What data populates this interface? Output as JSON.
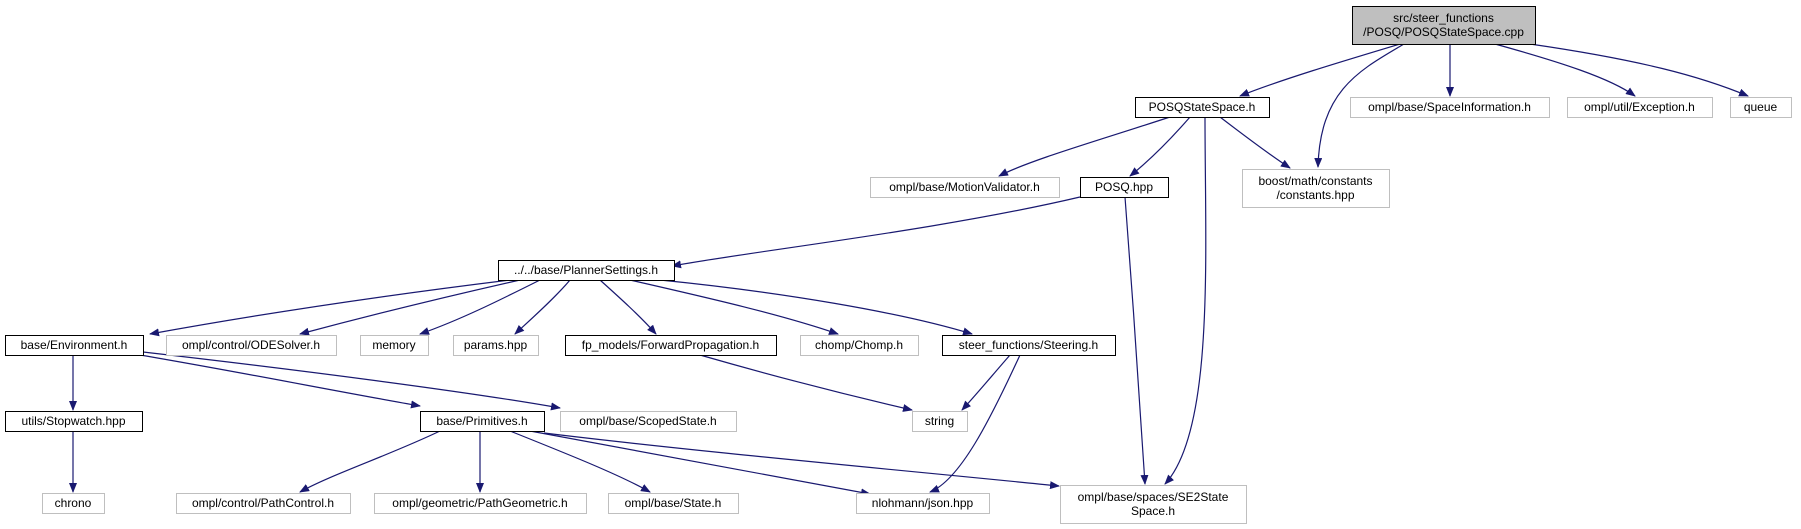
{
  "graph": {
    "colors": {
      "edge": "#191970",
      "root_fill": "#bfbfbf",
      "strong_border": "#000000",
      "weak_border": "#bfbfbf",
      "node_fill": "#ffffff"
    },
    "nodes": [
      {
        "id": "root",
        "lines": [
          "src/steer_functions",
          "/POSQ/POSQStateSpace.cpp"
        ],
        "style": "root"
      },
      {
        "id": "posqstatespace_h",
        "lines": [
          "POSQStateSpace.h"
        ],
        "style": "strong"
      },
      {
        "id": "spaceinformation_h",
        "lines": [
          "ompl/base/SpaceInformation.h"
        ],
        "style": "weak"
      },
      {
        "id": "exception_h",
        "lines": [
          "ompl/util/Exception.h"
        ],
        "style": "weak"
      },
      {
        "id": "queue",
        "lines": [
          "queue"
        ],
        "style": "weak"
      },
      {
        "id": "motionvalidator_h",
        "lines": [
          "ompl/base/MotionValidator.h"
        ],
        "style": "weak"
      },
      {
        "id": "posq_hpp",
        "lines": [
          "POSQ.hpp"
        ],
        "style": "strong"
      },
      {
        "id": "constants_hpp",
        "lines": [
          "boost/math/constants",
          "/constants.hpp"
        ],
        "style": "weak"
      },
      {
        "id": "plannersettings_h",
        "lines": [
          "../../base/PlannerSettings.h"
        ],
        "style": "strong"
      },
      {
        "id": "environment_h",
        "lines": [
          "base/Environment.h"
        ],
        "style": "strong"
      },
      {
        "id": "odesolver_h",
        "lines": [
          "ompl/control/ODESolver.h"
        ],
        "style": "weak"
      },
      {
        "id": "memory",
        "lines": [
          "memory"
        ],
        "style": "weak"
      },
      {
        "id": "params_hpp",
        "lines": [
          "params.hpp"
        ],
        "style": "weak"
      },
      {
        "id": "forwardpropagation_h",
        "lines": [
          "fp_models/ForwardPropagation.h"
        ],
        "style": "strong"
      },
      {
        "id": "chomp_h",
        "lines": [
          "chomp/Chomp.h"
        ],
        "style": "weak"
      },
      {
        "id": "steering_h",
        "lines": [
          "steer_functions/Steering.h"
        ],
        "style": "strong"
      },
      {
        "id": "stopwatch_hpp",
        "lines": [
          "utils/Stopwatch.hpp"
        ],
        "style": "strong"
      },
      {
        "id": "primitives_h",
        "lines": [
          "base/Primitives.h"
        ],
        "style": "strong"
      },
      {
        "id": "scopedstate_h",
        "lines": [
          "ompl/base/ScopedState.h"
        ],
        "style": "weak"
      },
      {
        "id": "string",
        "lines": [
          "string"
        ],
        "style": "weak"
      },
      {
        "id": "chrono",
        "lines": [
          "chrono"
        ],
        "style": "weak"
      },
      {
        "id": "pathcontrol_h",
        "lines": [
          "ompl/control/PathControl.h"
        ],
        "style": "weak"
      },
      {
        "id": "pathgeometric_h",
        "lines": [
          "ompl/geometric/PathGeometric.h"
        ],
        "style": "weak"
      },
      {
        "id": "state_h",
        "lines": [
          "ompl/base/State.h"
        ],
        "style": "weak"
      },
      {
        "id": "json_hpp",
        "lines": [
          "nlohmann/json.hpp"
        ],
        "style": "weak"
      },
      {
        "id": "se2statespace_h",
        "lines": [
          "ompl/base/spaces/SE2State",
          "Space.h"
        ],
        "style": "weak"
      }
    ],
    "edges": [
      {
        "from": "root",
        "to": "posqstatespace_h"
      },
      {
        "from": "root",
        "to": "constants_hpp"
      },
      {
        "from": "root",
        "to": "spaceinformation_h"
      },
      {
        "from": "root",
        "to": "exception_h"
      },
      {
        "from": "root",
        "to": "queue"
      },
      {
        "from": "posqstatespace_h",
        "to": "motionvalidator_h"
      },
      {
        "from": "posqstatespace_h",
        "to": "posq_hpp"
      },
      {
        "from": "posqstatespace_h",
        "to": "constants_hpp"
      },
      {
        "from": "posqstatespace_h",
        "to": "se2statespace_h"
      },
      {
        "from": "posq_hpp",
        "to": "plannersettings_h"
      },
      {
        "from": "posq_hpp",
        "to": "se2statespace_h"
      },
      {
        "from": "plannersettings_h",
        "to": "environment_h"
      },
      {
        "from": "plannersettings_h",
        "to": "odesolver_h"
      },
      {
        "from": "plannersettings_h",
        "to": "memory"
      },
      {
        "from": "plannersettings_h",
        "to": "params_hpp"
      },
      {
        "from": "plannersettings_h",
        "to": "forwardpropagation_h"
      },
      {
        "from": "plannersettings_h",
        "to": "chomp_h"
      },
      {
        "from": "plannersettings_h",
        "to": "steering_h"
      },
      {
        "from": "environment_h",
        "to": "stopwatch_hpp"
      },
      {
        "from": "environment_h",
        "to": "primitives_h"
      },
      {
        "from": "environment_h",
        "to": "scopedstate_h"
      },
      {
        "from": "forwardpropagation_h",
        "to": "string"
      },
      {
        "from": "steering_h",
        "to": "string"
      },
      {
        "from": "steering_h",
        "to": "json_hpp"
      },
      {
        "from": "stopwatch_hpp",
        "to": "chrono"
      },
      {
        "from": "primitives_h",
        "to": "pathcontrol_h"
      },
      {
        "from": "primitives_h",
        "to": "pathgeometric_h"
      },
      {
        "from": "primitives_h",
        "to": "state_h"
      },
      {
        "from": "primitives_h",
        "to": "json_hpp"
      },
      {
        "from": "primitives_h",
        "to": "se2statespace_h"
      }
    ]
  }
}
